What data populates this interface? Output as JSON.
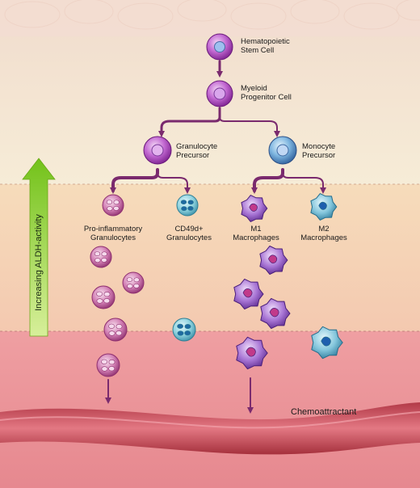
{
  "nodes": {
    "hsc": {
      "line1": "Hematopoietic",
      "line2": "Stem Cell"
    },
    "myeloid": {
      "line1": "Myeloid",
      "line2": "Progenitor Cell"
    },
    "granulocyte_precursor": {
      "line1": "Granulocyte",
      "line2": "Precursor"
    },
    "monocyte_precursor": {
      "line1": "Monocyte",
      "line2": "Precursor"
    },
    "proinflammatory": {
      "line1": "Pro-inflammatory",
      "line2": "Granulocytes"
    },
    "cd49d": {
      "line1": "CD49d+",
      "line2": "Granulocytes"
    },
    "m1": {
      "line1": "M1",
      "line2": "Macrophages"
    },
    "m2": {
      "line1": "M2",
      "line2": "Macrophages"
    }
  },
  "aldh_label": "Increasing ALDH-activity",
  "chemoattractant_label": "Chemoattractant",
  "colors": {
    "precursor_purple": "#a23ab5",
    "granulocyte_pink": "#c0559f",
    "cd49d_teal": "#6ac6d3",
    "m1_purple": "#8a4fc0",
    "m2_blue": "#5fb4cf",
    "arrow": "#7a2a6e",
    "aldh_arrow": "#7cc61e"
  }
}
